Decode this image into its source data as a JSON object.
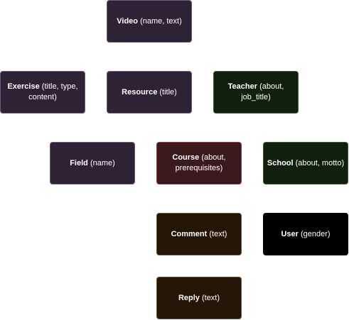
{
  "colors": {
    "purple_fill": "#2e2235",
    "purple_border": "#6e5b78",
    "green_fill": "#11200d",
    "green_border": "#41553a",
    "red_fill": "#3a1a1c",
    "red_border": "#8a3a3e",
    "brown_fill": "#241506",
    "brown_border": "#6a5330",
    "black_fill": "#000000",
    "black_border": "#000000"
  },
  "nodes": {
    "video": {
      "name": "Video",
      "fields": "(name, text)"
    },
    "exercise": {
      "name": "Exercise",
      "fields": "(title, type, content)"
    },
    "resource": {
      "name": "Resource",
      "fields": "(title)"
    },
    "teacher": {
      "name": "Teacher",
      "fields": "(about, job_title)"
    },
    "field": {
      "name": "Field",
      "fields": "(name)"
    },
    "course": {
      "name": "Course",
      "fields": "(about, prerequisites)"
    },
    "school": {
      "name": "School",
      "fields": "(about, motto)"
    },
    "comment": {
      "name": "Comment",
      "fields": "(text)"
    },
    "user": {
      "name": "User",
      "fields": "(gender)"
    },
    "reply": {
      "name": "Reply",
      "fields": "(text)"
    }
  }
}
